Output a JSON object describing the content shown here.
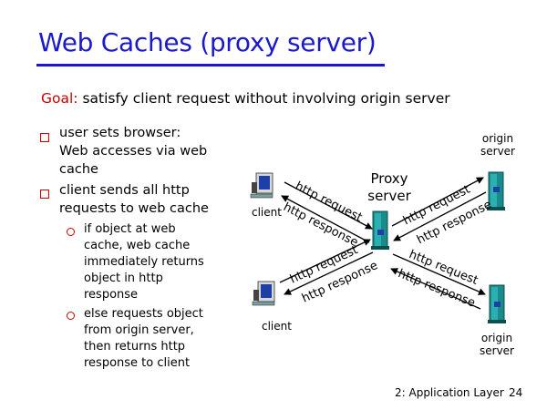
{
  "title": "Web Caches (proxy server)",
  "goal": {
    "label": "Goal:",
    "text": "satisfy client request without involving origin server"
  },
  "bullets": [
    {
      "lines": [
        "user sets browser:",
        "Web accesses via web",
        "cache"
      ]
    },
    {
      "lines": [
        "client sends all http",
        "requests to  web cache"
      ]
    }
  ],
  "sub_bullets": [
    {
      "lines": [
        "if object at web",
        "cache, web cache",
        "immediately returns",
        "object in http",
        "response"
      ]
    },
    {
      "lines": [
        "else requests object",
        "from origin server,",
        "then returns http",
        "response to client"
      ]
    }
  ],
  "diagram": {
    "proxy_label": [
      "Proxy",
      "server"
    ],
    "client_label": "client",
    "origin_label": [
      "origin",
      "server"
    ],
    "http_request": "http request",
    "http_response": "http response"
  },
  "footer": {
    "section": "2: Application Layer",
    "page": "24"
  },
  "colors": {
    "title": "#1a1acc",
    "accent": "#cc0000",
    "device_blue": "#1e7bd6",
    "device_teal": "#1a8a8a"
  }
}
